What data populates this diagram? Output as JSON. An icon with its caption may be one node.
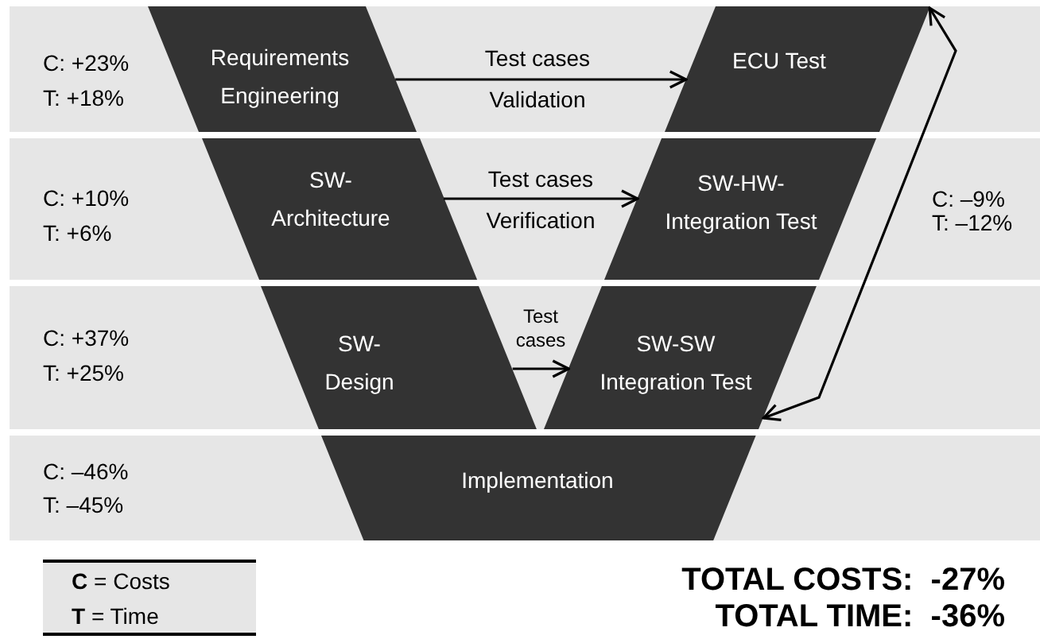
{
  "diagram": {
    "nodes": [
      {
        "text": [
          "Requirements Engineering"
        ]
      },
      {
        "text": [
          "ECU Test"
        ]
      },
      {
        "text": [
          "SW- Architecture"
        ]
      },
      {
        "text": [
          "SW-HW- Integration Test"
        ]
      },
      {
        "text": [
          "SW- Design"
        ]
      },
      {
        "text": [
          "SW-SW Integration Test"
        ]
      },
      {
        "text": [
          "Implementation"
        ]
      }
    ],
    "edges": [
      {
        "from": 0,
        "to": 1,
        "arrow": "to",
        "label": "Test cases"
      },
      {
        "from": 2,
        "to": 3,
        "arrow": "to",
        "label": "Test cases"
      },
      {
        "from": 4,
        "to": 5,
        "arrow": "to",
        "label": "Test cases"
      },
      {
        "from": 5,
        "to": 1,
        "arrow": "both",
        "label": "C: –9% T: –12%"
      }
    ],
    "labels": [
      "C: +23%",
      "T: +18%",
      "Validation",
      "C: +10%",
      "T: +6%",
      "Verification",
      "C: +37%",
      "T: +25%",
      "C: –46%",
      "T: –45%",
      "**C** = Costs",
      "**T** = Time",
      "TOTAL COSTS:  -27%",
      "TOTAL TIME:  -36%"
    ]
  }
}
